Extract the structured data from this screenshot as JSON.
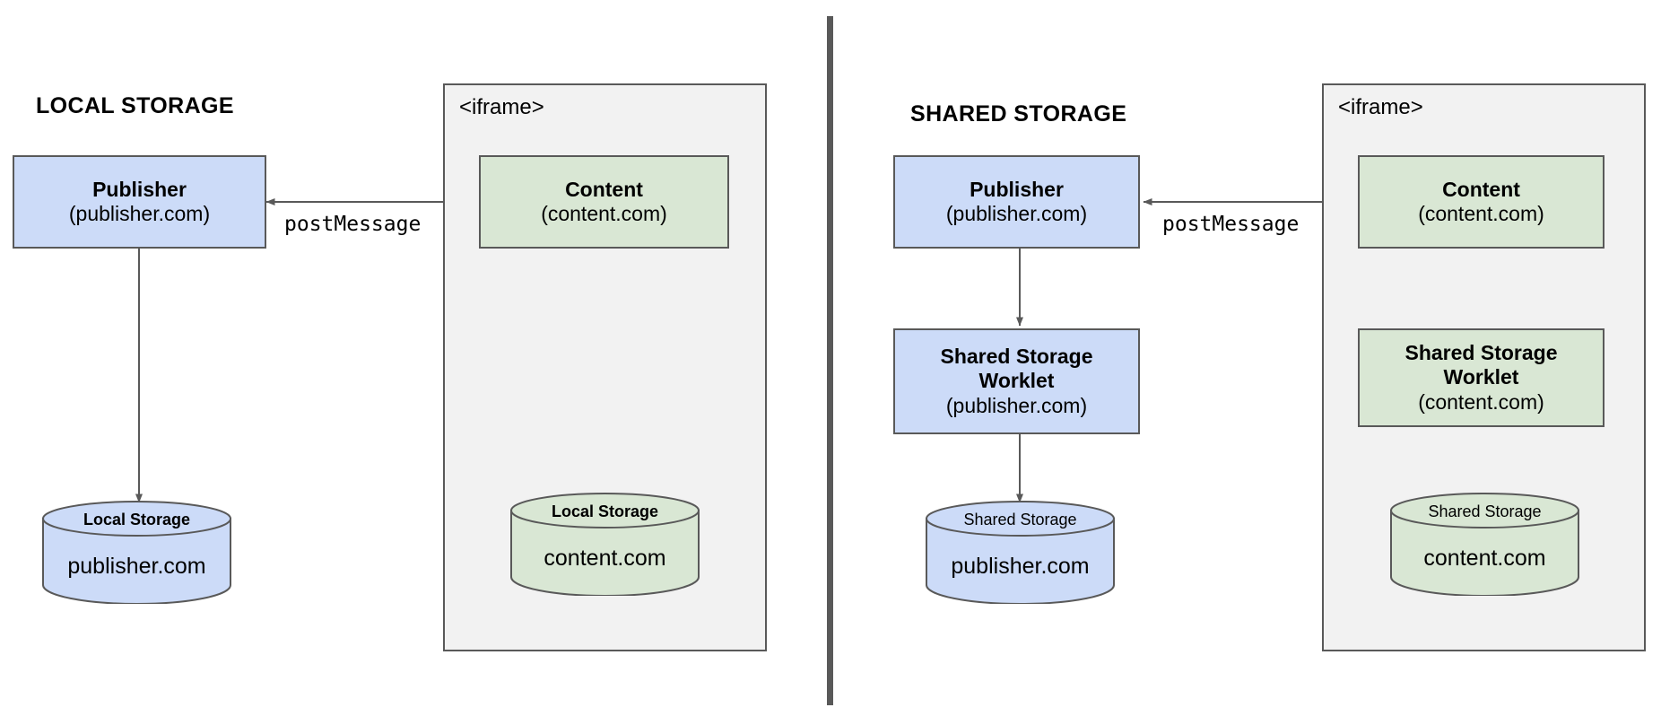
{
  "diagram": {
    "title_left": "LOCAL STORAGE",
    "title_right": "SHARED STORAGE",
    "colors": {
      "blue_fill": "#ccdbf8",
      "green_fill": "#d9e7d4",
      "panel_fill": "#f2f2f2",
      "stroke": "#595959",
      "background": "#ffffff"
    }
  },
  "left": {
    "title": "LOCAL STORAGE",
    "iframe_label": "<iframe>",
    "publisher": {
      "title": "Publisher",
      "subtitle": "(publisher.com)"
    },
    "content": {
      "title": "Content",
      "subtitle": "(content.com)"
    },
    "publisher_store": {
      "top_label": "Local Storage",
      "body_label": "publisher.com"
    },
    "content_store": {
      "top_label": "Local Storage",
      "body_label": "content.com"
    },
    "edge_label": "postMessage"
  },
  "right": {
    "title": "SHARED STORAGE",
    "iframe_label": "<iframe>",
    "publisher": {
      "title": "Publisher",
      "subtitle": "(publisher.com)"
    },
    "content": {
      "title": "Content",
      "subtitle": "(content.com)"
    },
    "publisher_worklet": {
      "title_line1": "Shared Storage",
      "title_line2": "Worklet",
      "subtitle": "(publisher.com)"
    },
    "content_worklet": {
      "title_line1": "Shared Storage",
      "title_line2": "Worklet",
      "subtitle": "(content.com)"
    },
    "publisher_store": {
      "top_label": "Shared Storage",
      "body_label": "publisher.com"
    },
    "content_store": {
      "top_label": "Shared Storage",
      "body_label": "content.com"
    },
    "edge_label": "postMessage"
  }
}
